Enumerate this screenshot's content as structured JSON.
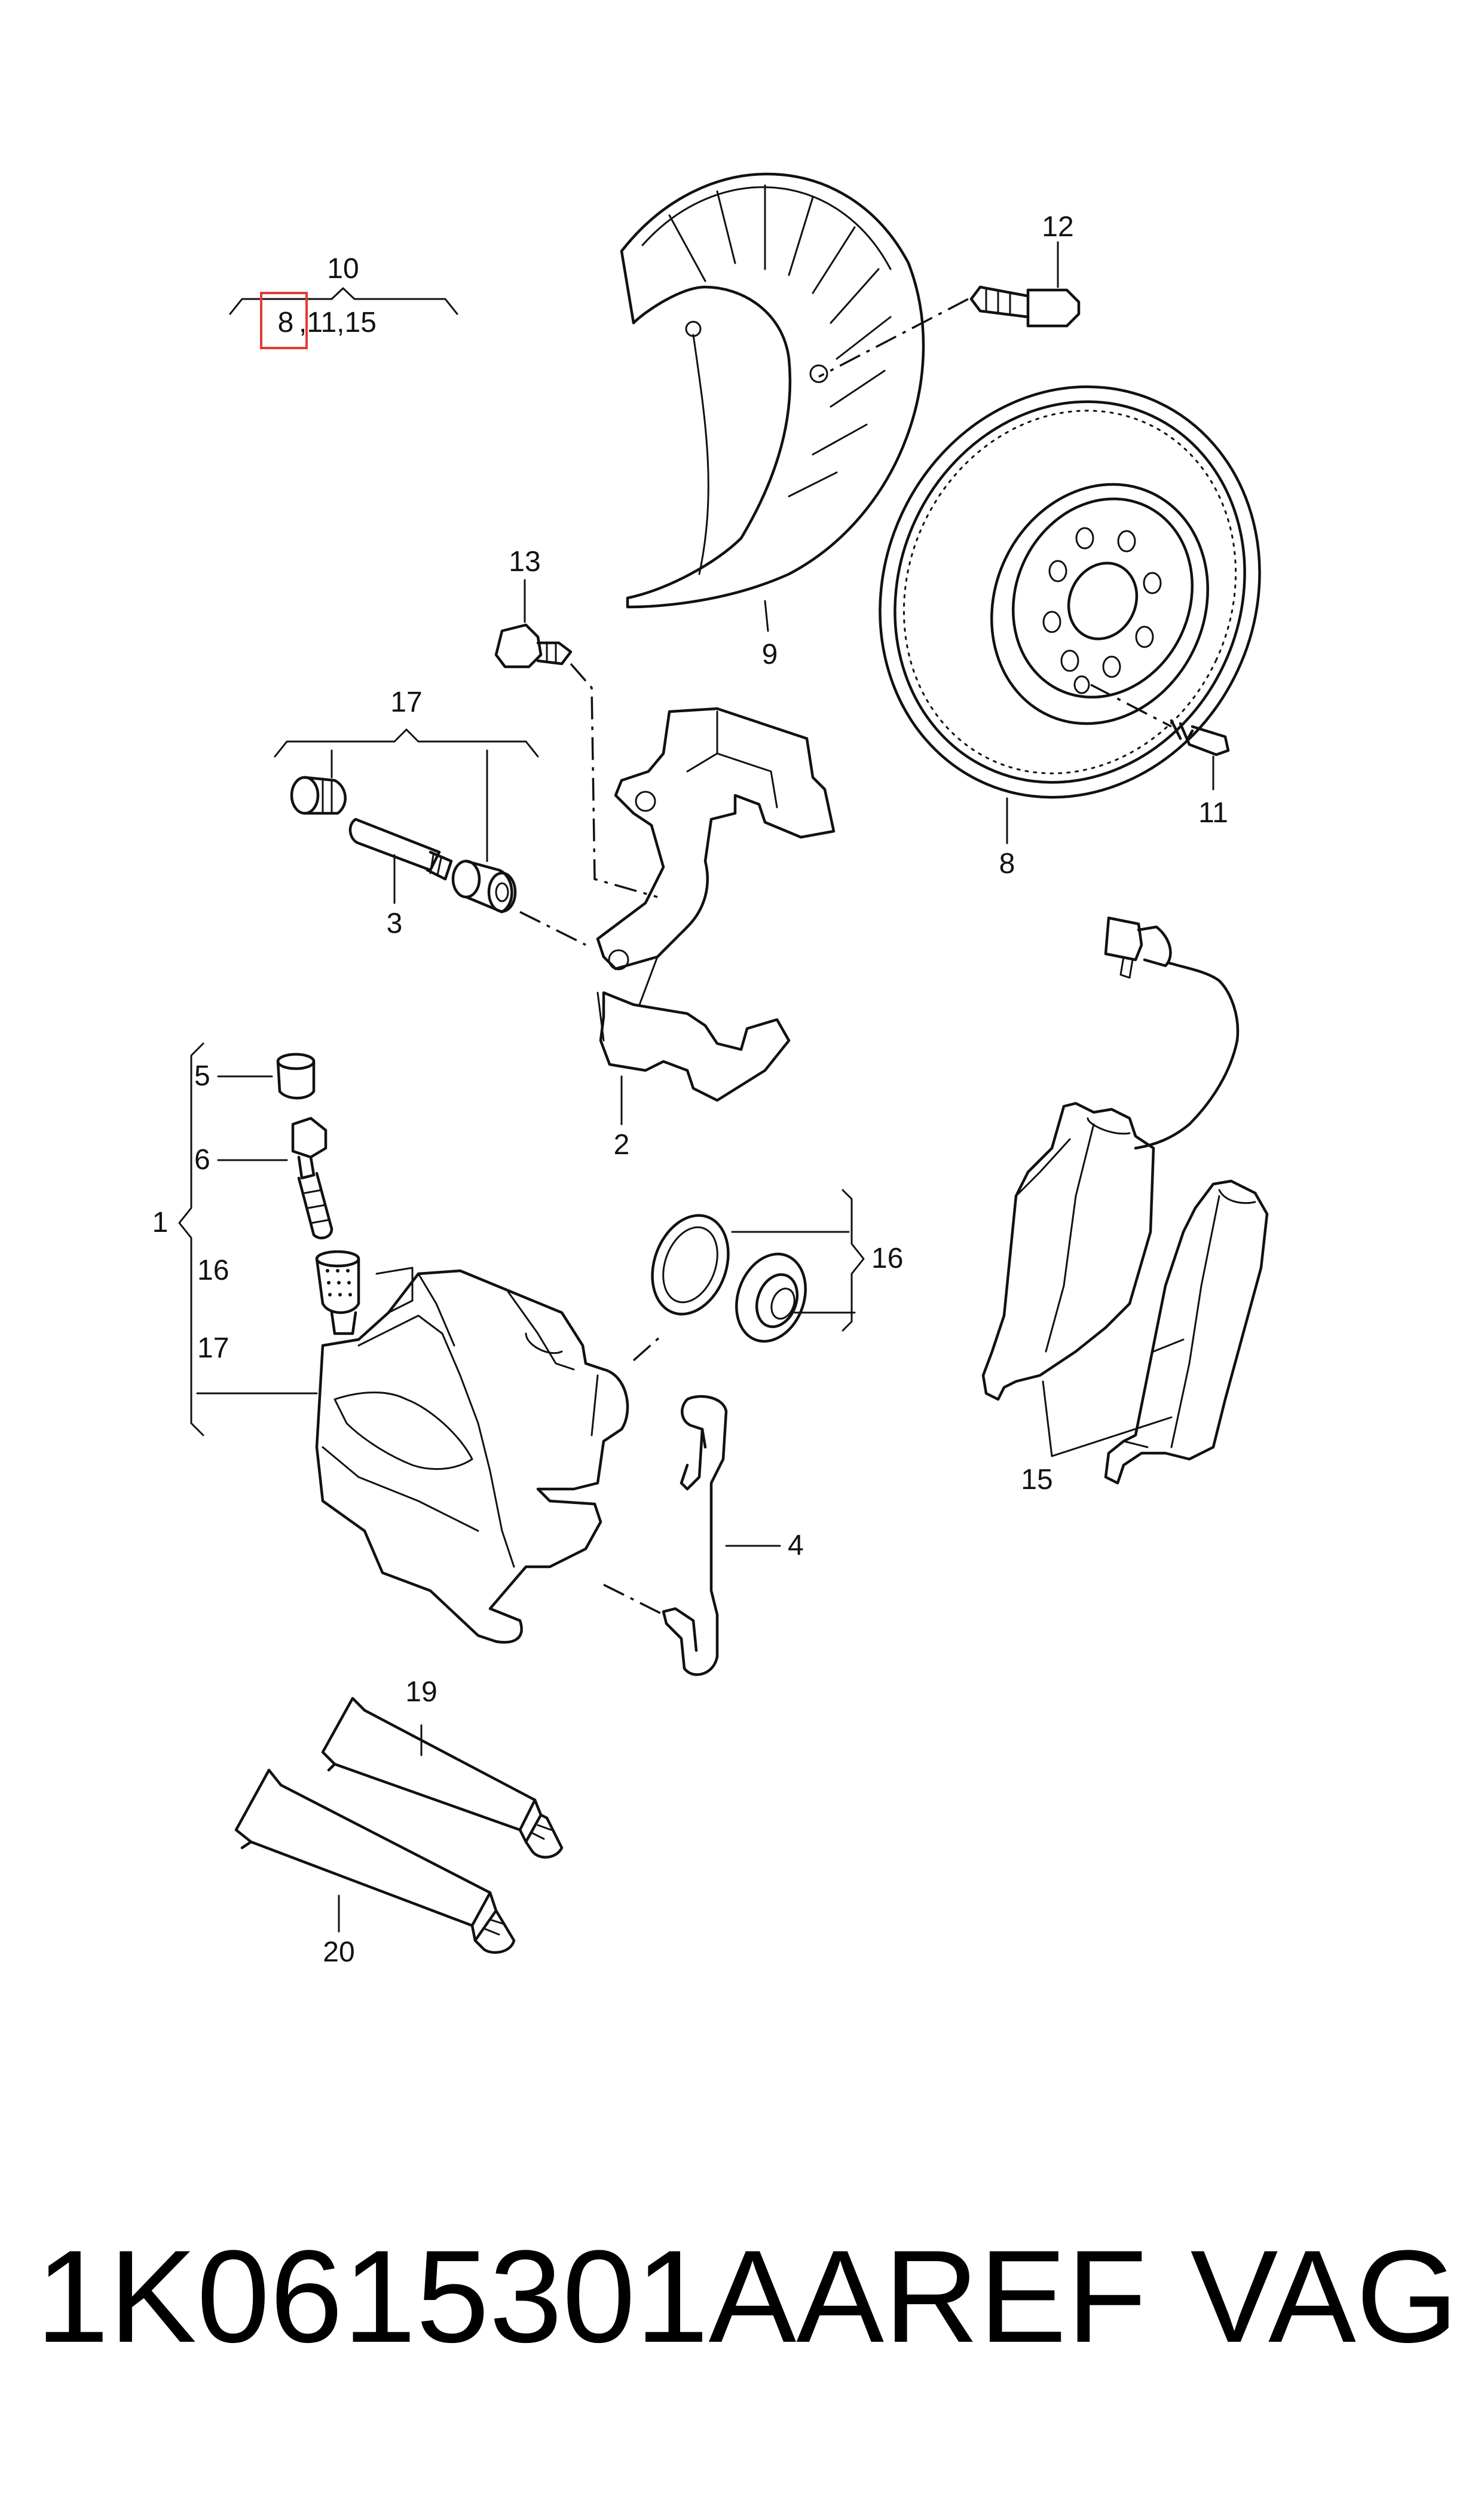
{
  "callouts": {
    "c1": "1",
    "c2": "2",
    "c3": "3",
    "c4": "4",
    "c5": "5",
    "c6": "6",
    "c8": "8",
    "c9": "9",
    "c10": "10",
    "c11": "11",
    "c12": "12",
    "c13": "13",
    "c15": "15",
    "c16a": "16",
    "c16b": "16",
    "c17a": "17",
    "c17b": "17",
    "c19": "19",
    "c20": "20",
    "set10_first": "8",
    "set10_rest": ",11,15"
  },
  "footer": {
    "part_number": "1K0615301AAREF",
    "brand": "VAG"
  },
  "colors": {
    "line": "#111111",
    "highlight": "#e53935",
    "background": "#ffffff"
  }
}
